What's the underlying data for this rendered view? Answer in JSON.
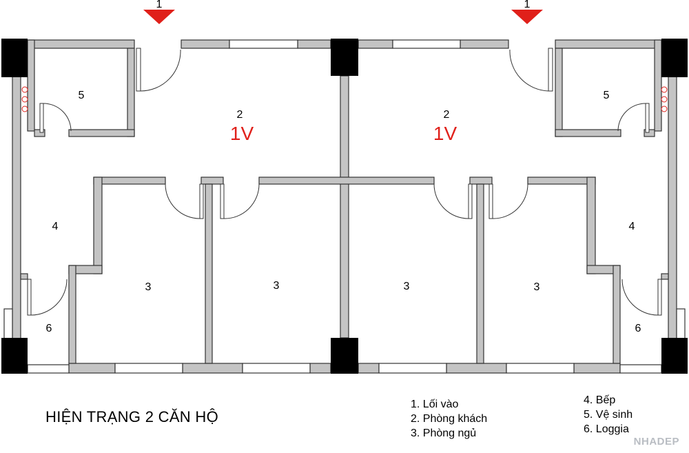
{
  "plan": {
    "entry_marker": "1",
    "living_room": "2",
    "bedroom": "3",
    "kitchen": "4",
    "wc": "5",
    "loggia": "6",
    "unit_code": "1V",
    "colors": {
      "wall_fill": "#c4c4c4",
      "wall_stroke": "#333333",
      "column": "#000000",
      "marker": "#e0201a",
      "window": "#ffffff"
    }
  },
  "title": "HIỆN TRẠNG 2 CĂN HỘ",
  "legend": {
    "col1": [
      "1. Lối vào",
      "2. Phòng khách",
      "3. Phòng ngủ"
    ],
    "col2": [
      "4. Bếp",
      "5. Vệ sinh",
      "6. Loggia"
    ]
  },
  "watermark": "NHADEP"
}
